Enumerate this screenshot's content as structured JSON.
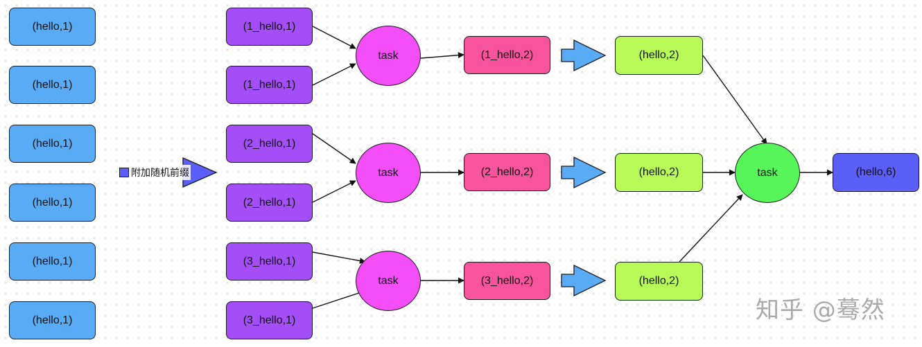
{
  "source_nodes": [
    "(hello,1)",
    "(hello,1)",
    "(hello,1)",
    "(hello,1)",
    "(hello,1)",
    "(hello,1)"
  ],
  "prefix_label": "附加随机前缀",
  "prefixed_nodes": [
    "(1_hello,1)",
    "(1_hello,1)",
    "(2_hello,1)",
    "(2_hello,1)",
    "(3_hello,1)",
    "(3_hello,1)"
  ],
  "task_label": "task",
  "partial_nodes": [
    "(1_hello,2)",
    "(2_hello,2)",
    "(3_hello,2)"
  ],
  "stripped_nodes": [
    "(hello,2)",
    "(hello,2)",
    "(hello,2)"
  ],
  "final_task_label": "task",
  "final_node": "(hello,6)",
  "watermark": "知乎 @蓦然",
  "colors": {
    "source": "#5aabf5",
    "prefixed": "#a44ef8",
    "task": "#f44ef8",
    "partial": "#f8549d",
    "stripped": "#b8fb58",
    "final_task": "#57f55a",
    "final": "#5b5ef7",
    "block_arrow": "#5aabf5"
  }
}
